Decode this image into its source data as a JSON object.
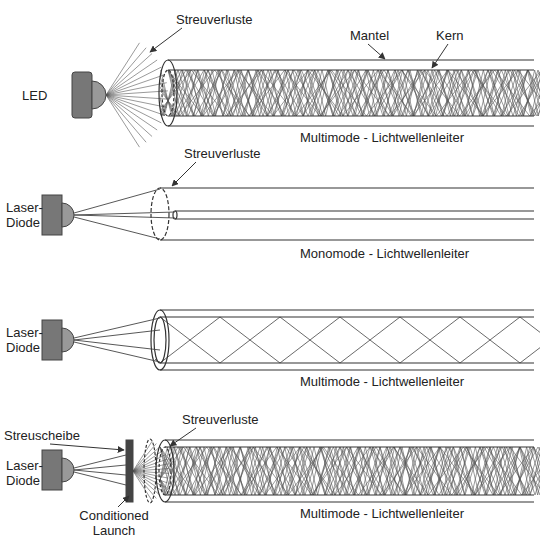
{
  "diagram": {
    "labels": [
      "Streuverluste",
      "Mantel",
      "Kern",
      "LED",
      "Multimode - Lichtwellenleiter",
      "Streuverluste",
      "Laser- Diode",
      "Monomode - Lichtwellenleiter",
      "Laser- Diode",
      "Multimode - Lichtwellenleiter",
      "Streuscheibe",
      "Streuverluste",
      "Laser- Diode",
      "Conditioned Launch",
      "Multimode - Lichtwellenleiter"
    ]
  }
}
